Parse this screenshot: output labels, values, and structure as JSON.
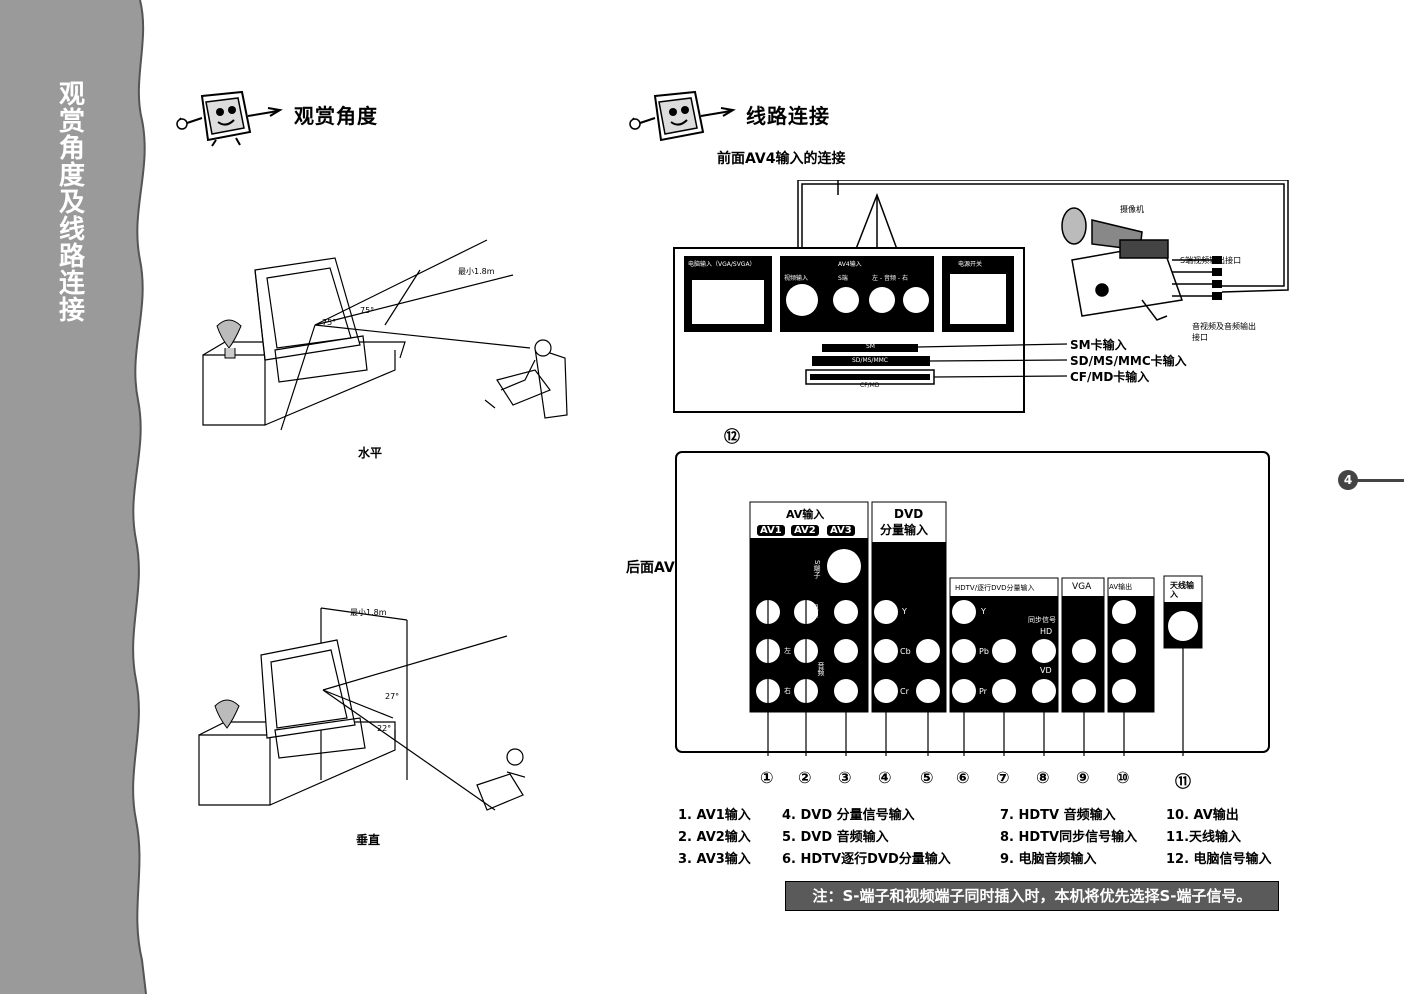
{
  "sidebar": {
    "title": "观赏角度及线路连接"
  },
  "page_number": "4",
  "viewing": {
    "title": "观赏角度",
    "horizontal": {
      "caption": "水平",
      "distance_label": "最小1.8m",
      "angle_a": "75°",
      "angle_b": "75°"
    },
    "vertical": {
      "caption": "垂直",
      "distance_label": "最小1.8m",
      "angle_a": "27°",
      "angle_b": "22°"
    }
  },
  "connection": {
    "title": "线路连接",
    "front_heading": "前面AV4输入的连接",
    "front_panel": {
      "pc_input_label": "电脑输入（VGA/SVGA）",
      "av_input_label": "AV4输入",
      "power_label": "电源开关",
      "sub_video": "视频输入",
      "sub_s": "S端",
      "sub_audio": "左 - 音频 - 右",
      "slot_sm": "SM",
      "slot_sd": "SD/MS/MMC",
      "slot_cf": "CF/MD",
      "card_sm": "SM卡输入",
      "card_sd": "SD/MS/MMC卡输入",
      "card_cf": "CF/MD卡输入",
      "camcorder": "摄像机",
      "cam_video_out": "S端视频输出接口",
      "cam_av_out": "音视频及音频输出接口",
      "circle_12": "⑫"
    },
    "rear_label": "后面AV",
    "rear_panel": {
      "av_in": "AV输入",
      "av1": "AV1",
      "av2": "AV2",
      "av3": "AV3",
      "s_term": "S端子",
      "video": "视频",
      "audio_l": "左",
      "audio": "音频",
      "audio_r": "右",
      "dvd": "DVD",
      "dvd_sub": "分量输入",
      "y": "Y",
      "cb": "Cb",
      "cr": "Cr",
      "hdtv": "HDTV/逐行DVD分量输入",
      "pb": "Pb",
      "pr": "Pr",
      "sync": "同步信号",
      "hd": "HD",
      "vd": "VD",
      "vga": "VGA",
      "av_out": "AV输出",
      "antenna": "天线输入"
    },
    "numbers": [
      "①",
      "②",
      "③",
      "④",
      "⑤",
      "⑥",
      "⑦",
      "⑧",
      "⑨",
      "⑩",
      "⑪"
    ],
    "legend": [
      "1. AV1输入",
      "2. AV2输入",
      "3. AV3输入",
      "4. DVD 分量信号输入",
      "5. DVD 音频输入",
      "6. HDTV逐行DVD分量输入",
      "7. HDTV 音频输入",
      "8. HDTV同步信号输入",
      "9. 电脑音频输入",
      "10. AV输出",
      "11.天线输入",
      "12. 电脑信号输入"
    ],
    "note": "注：S-端子和视频端子同时插入时，本机将优先选择S-端子信号。"
  }
}
